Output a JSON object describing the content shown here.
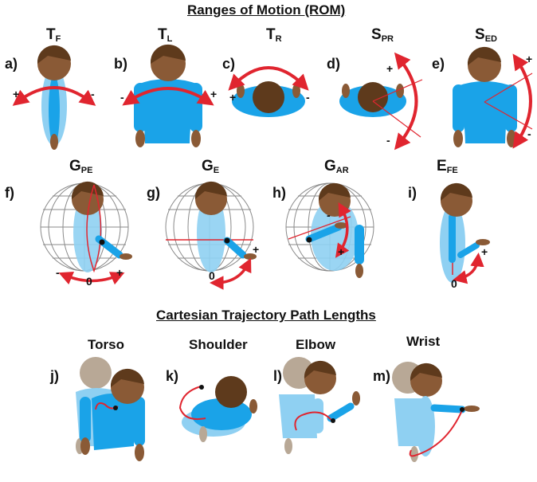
{
  "rom": {
    "heading": "Ranges of Motion (ROM)",
    "panels": [
      {
        "letter": "a)",
        "sym": "T",
        "sub": "F",
        "plus": "+",
        "minus": "-"
      },
      {
        "letter": "b)",
        "sym": "T",
        "sub": "L",
        "plus": "+",
        "minus": "-"
      },
      {
        "letter": "c)",
        "sym": "T",
        "sub": "R",
        "plus": "+",
        "minus": "-"
      },
      {
        "letter": "d)",
        "sym": "S",
        "sub": "PR",
        "plus": "+",
        "minus": "-"
      },
      {
        "letter": "e)",
        "sym": "S",
        "sub": "ED",
        "plus": "+",
        "minus": "-"
      },
      {
        "letter": "f)",
        "sym": "G",
        "sub": "PE",
        "plus": "+",
        "minus": "-",
        "zero": "0"
      },
      {
        "letter": "g)",
        "sym": "G",
        "sub": "E",
        "plus": "+",
        "zero": "0"
      },
      {
        "letter": "h)",
        "sym": "G",
        "sub": "AR",
        "plus": "+",
        "minus": "-"
      },
      {
        "letter": "i)",
        "sym": "E",
        "sub": "FE",
        "plus": "+",
        "zero": "0"
      }
    ]
  },
  "trajectory": {
    "heading": "Cartesian Trajectory Path Lengths",
    "panels": [
      {
        "letter": "j)",
        "title": "Torso"
      },
      {
        "letter": "k)",
        "title": "Shoulder"
      },
      {
        "letter": "l)",
        "title": "Elbow"
      },
      {
        "letter": "m)",
        "title": "Wrist"
      }
    ]
  },
  "colors": {
    "body": "#1aa3e8",
    "body_light": "#8fd0f2",
    "skin": "#8a5a36",
    "hair": "#5e3a1c",
    "arrow": "#e0252f",
    "ghost": "#b8a896",
    "grid": "#8a8a8a"
  }
}
